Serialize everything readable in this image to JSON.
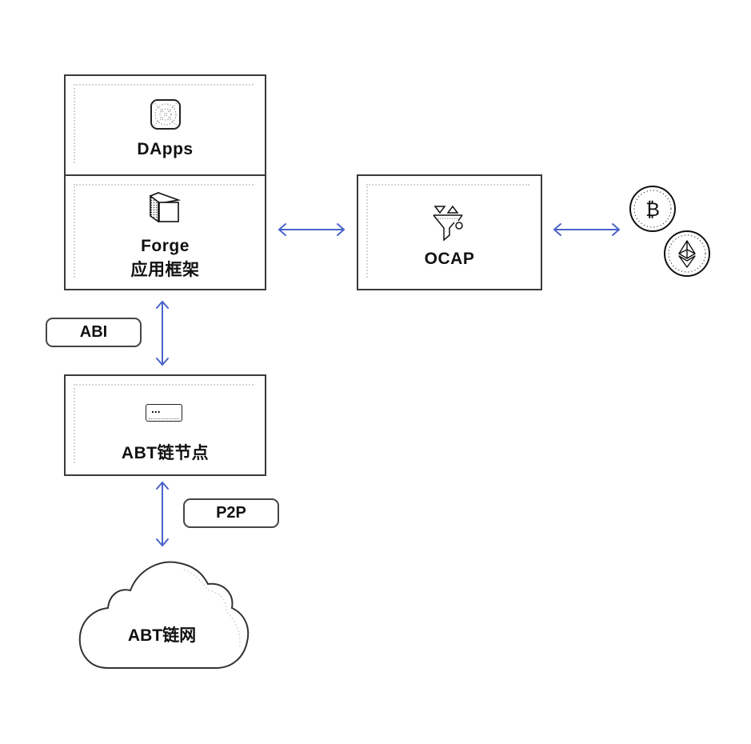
{
  "nodes": {
    "dapps": {
      "label": "DApps",
      "icon": "app-icon"
    },
    "forge": {
      "label_line1": "Forge",
      "label_line2": "应用框架",
      "icon": "cube-icon"
    },
    "ocap": {
      "label": "OCAP",
      "icon": "funnel-icon"
    },
    "abt_node": {
      "label": "ABT链节点",
      "icon": "terminal-icon",
      "icon_text": "..."
    },
    "abt_network": {
      "label": "ABT链网",
      "icon": "cloud-shape"
    }
  },
  "tags": {
    "abi": "ABI",
    "p2p": "P2P"
  },
  "coins": [
    {
      "name": "bitcoin",
      "symbol": "₿",
      "icon": "bitcoin-icon"
    },
    {
      "name": "ethereum",
      "icon": "ethereum-icon"
    }
  ],
  "colors": {
    "arrow": "#4a63c8",
    "border": "#3a3a3a"
  }
}
